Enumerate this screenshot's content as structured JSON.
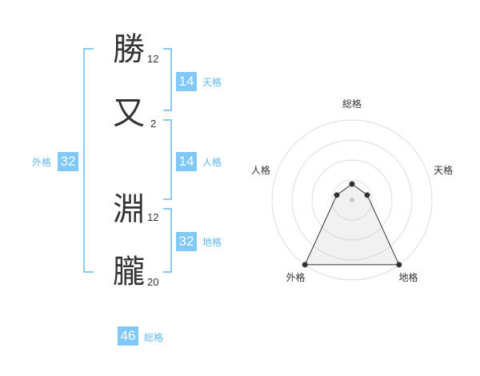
{
  "colors": {
    "accent": "#7fc8f8",
    "label": "#5fb8ef",
    "text": "#333333",
    "bracket": "#8ccaf2"
  },
  "characters": [
    {
      "char": "勝",
      "strokes": "12"
    },
    {
      "char": "又",
      "strokes": "2"
    },
    {
      "char": "淵",
      "strokes": "12"
    },
    {
      "char": "朧",
      "strokes": "20"
    }
  ],
  "fortunes": {
    "tenkaku": {
      "value": "14",
      "label": "天格"
    },
    "jinkaku": {
      "value": "14",
      "label": "人格"
    },
    "chikaku": {
      "value": "32",
      "label": "地格"
    },
    "gaikaku": {
      "value": "32",
      "label": "外格"
    },
    "soukaku": {
      "value": "46",
      "label": "総格"
    }
  },
  "chart_data": {
    "type": "radar",
    "axes": [
      "総格",
      "天格",
      "地格",
      "外格",
      "人格"
    ],
    "values": [
      0.2,
      0.2,
      1.0,
      1.0,
      0.2
    ],
    "max": 1.0,
    "rings": 4
  }
}
